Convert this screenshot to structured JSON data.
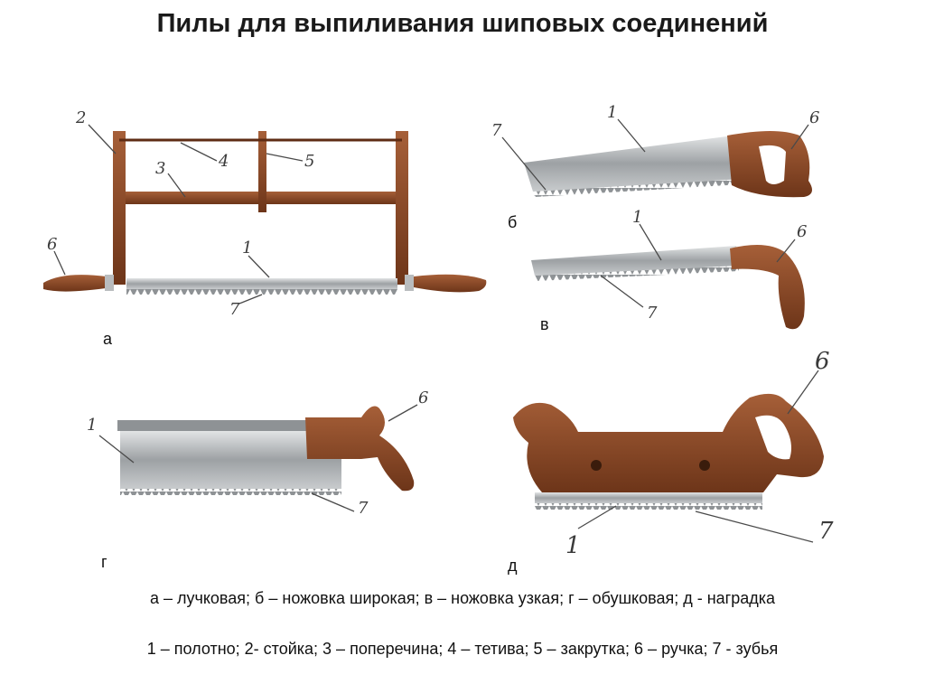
{
  "title": "Пилы для выпиливания шиповых соединений",
  "figures": {
    "a": {
      "letter": "а",
      "labels": {
        "n1": "1",
        "n2": "2",
        "n3": "3",
        "n4": "4",
        "n5": "5",
        "n6": "6",
        "n7": "7"
      }
    },
    "b": {
      "letter": "б",
      "labels": {
        "n1": "1",
        "n6": "6",
        "n7": "7"
      }
    },
    "v": {
      "letter": "в",
      "labels": {
        "n1": "1",
        "n6": "6",
        "n7": "7"
      }
    },
    "g": {
      "letter": "г",
      "labels": {
        "n1": "1",
        "n6": "6",
        "n7": "7"
      }
    },
    "d": {
      "letter": "д",
      "labels": {
        "n1": "1",
        "n6": "6",
        "n7": "7"
      }
    }
  },
  "caption_types": "а – лучковая;  б – ножовка широкая;  в – ножовка узкая;  г – обушковая;  д - наградка",
  "caption_parts": "1 – полотно; 2- стойка; 3 – поперечина; 4 – тетива; 5 – закрутка; 6 – ручка; 7 - зубья",
  "colors": {
    "wood": "#8a4a2a",
    "wood_dark": "#5e2c14",
    "steel": "#a9adb0",
    "leader": "#4a4a4a"
  }
}
